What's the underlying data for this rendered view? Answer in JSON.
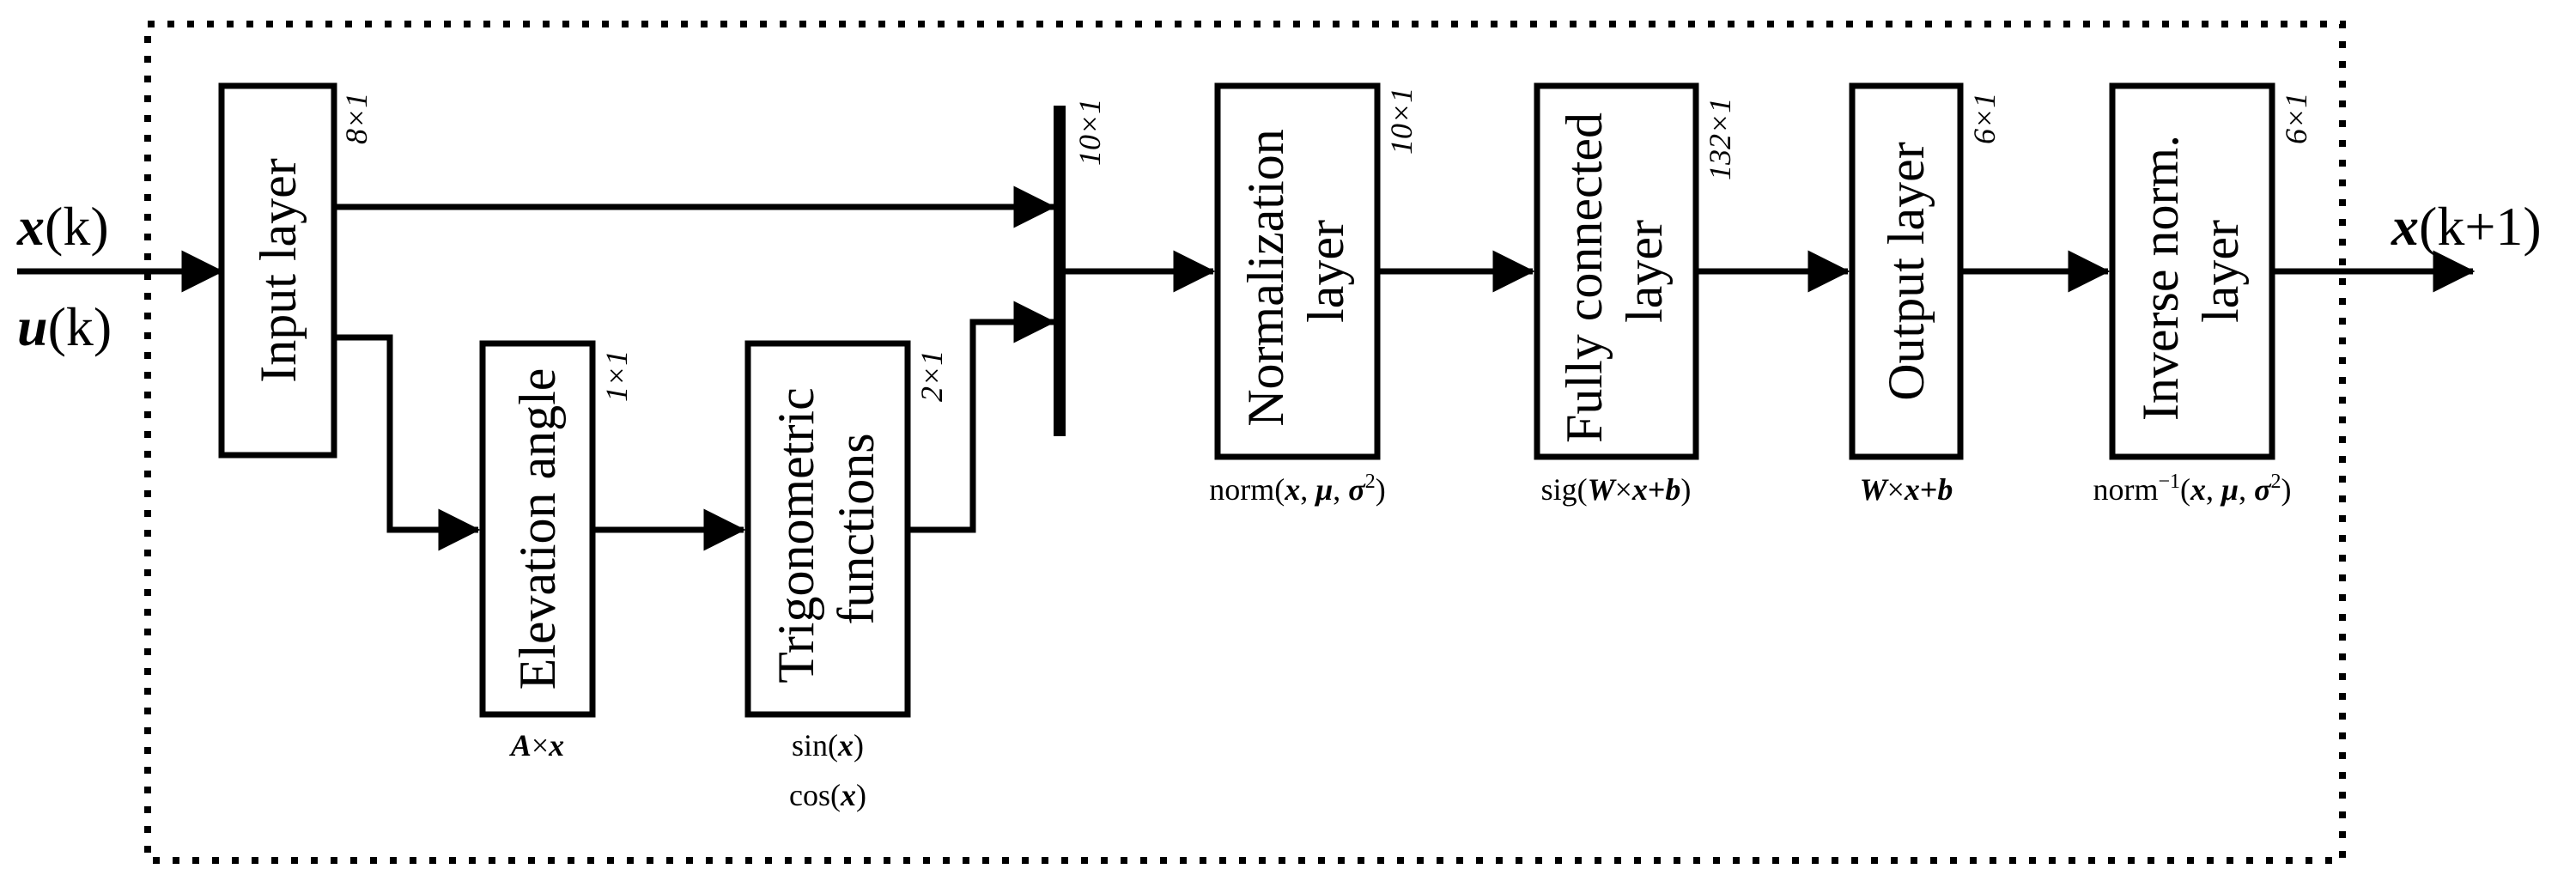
{
  "input_signal": {
    "var1": "x",
    "arg1": "(k)",
    "var2": "u",
    "arg2": "(k)"
  },
  "output_signal": {
    "var": "x",
    "arg": "(k+1)"
  },
  "blocks": {
    "input": {
      "label": "Input layer",
      "dim": "8×1"
    },
    "elevation": {
      "label": "Elevation angle",
      "dim": "1×1",
      "formula": {
        "A": "A",
        "times": "×",
        "x": "x"
      }
    },
    "trig": {
      "line1": "Trigonometric",
      "line2": "functions",
      "dim": "2×1",
      "formula": {
        "sin": "sin(",
        "cos": "cos(",
        "x": "x",
        "close": ")"
      }
    },
    "concat": {
      "dim": "10×1"
    },
    "normalization": {
      "line1": "Normalization",
      "line2": "layer",
      "dim": "10×1",
      "formula": {
        "fn": "norm(",
        "x": "x",
        "sep": ", ",
        "mu": "μ",
        "sigma": "σ",
        "sq": "2",
        "close": ")"
      }
    },
    "fully_connected": {
      "line1": "Fully connected",
      "line2": "layer",
      "dim": "132×1",
      "formula": {
        "fn": "sig(",
        "W": "W",
        "times": "×",
        "x": "x",
        "plus": "+",
        "b": "b",
        "close": ")"
      }
    },
    "output": {
      "label": "Output layer",
      "dim": "6×1",
      "formula": {
        "W": "W",
        "times": "×",
        "x": "x",
        "plus": "+",
        "b": "b"
      }
    },
    "inverse_norm": {
      "line1": "Inverse norm.",
      "line2": "layer",
      "dim": "6×1",
      "formula": {
        "fn": "norm",
        "exp": "−1",
        "open": "(",
        "x": "x",
        "sep": ", ",
        "mu": "μ",
        "sigma": "σ",
        "sq": "2",
        "close": ")"
      }
    }
  }
}
